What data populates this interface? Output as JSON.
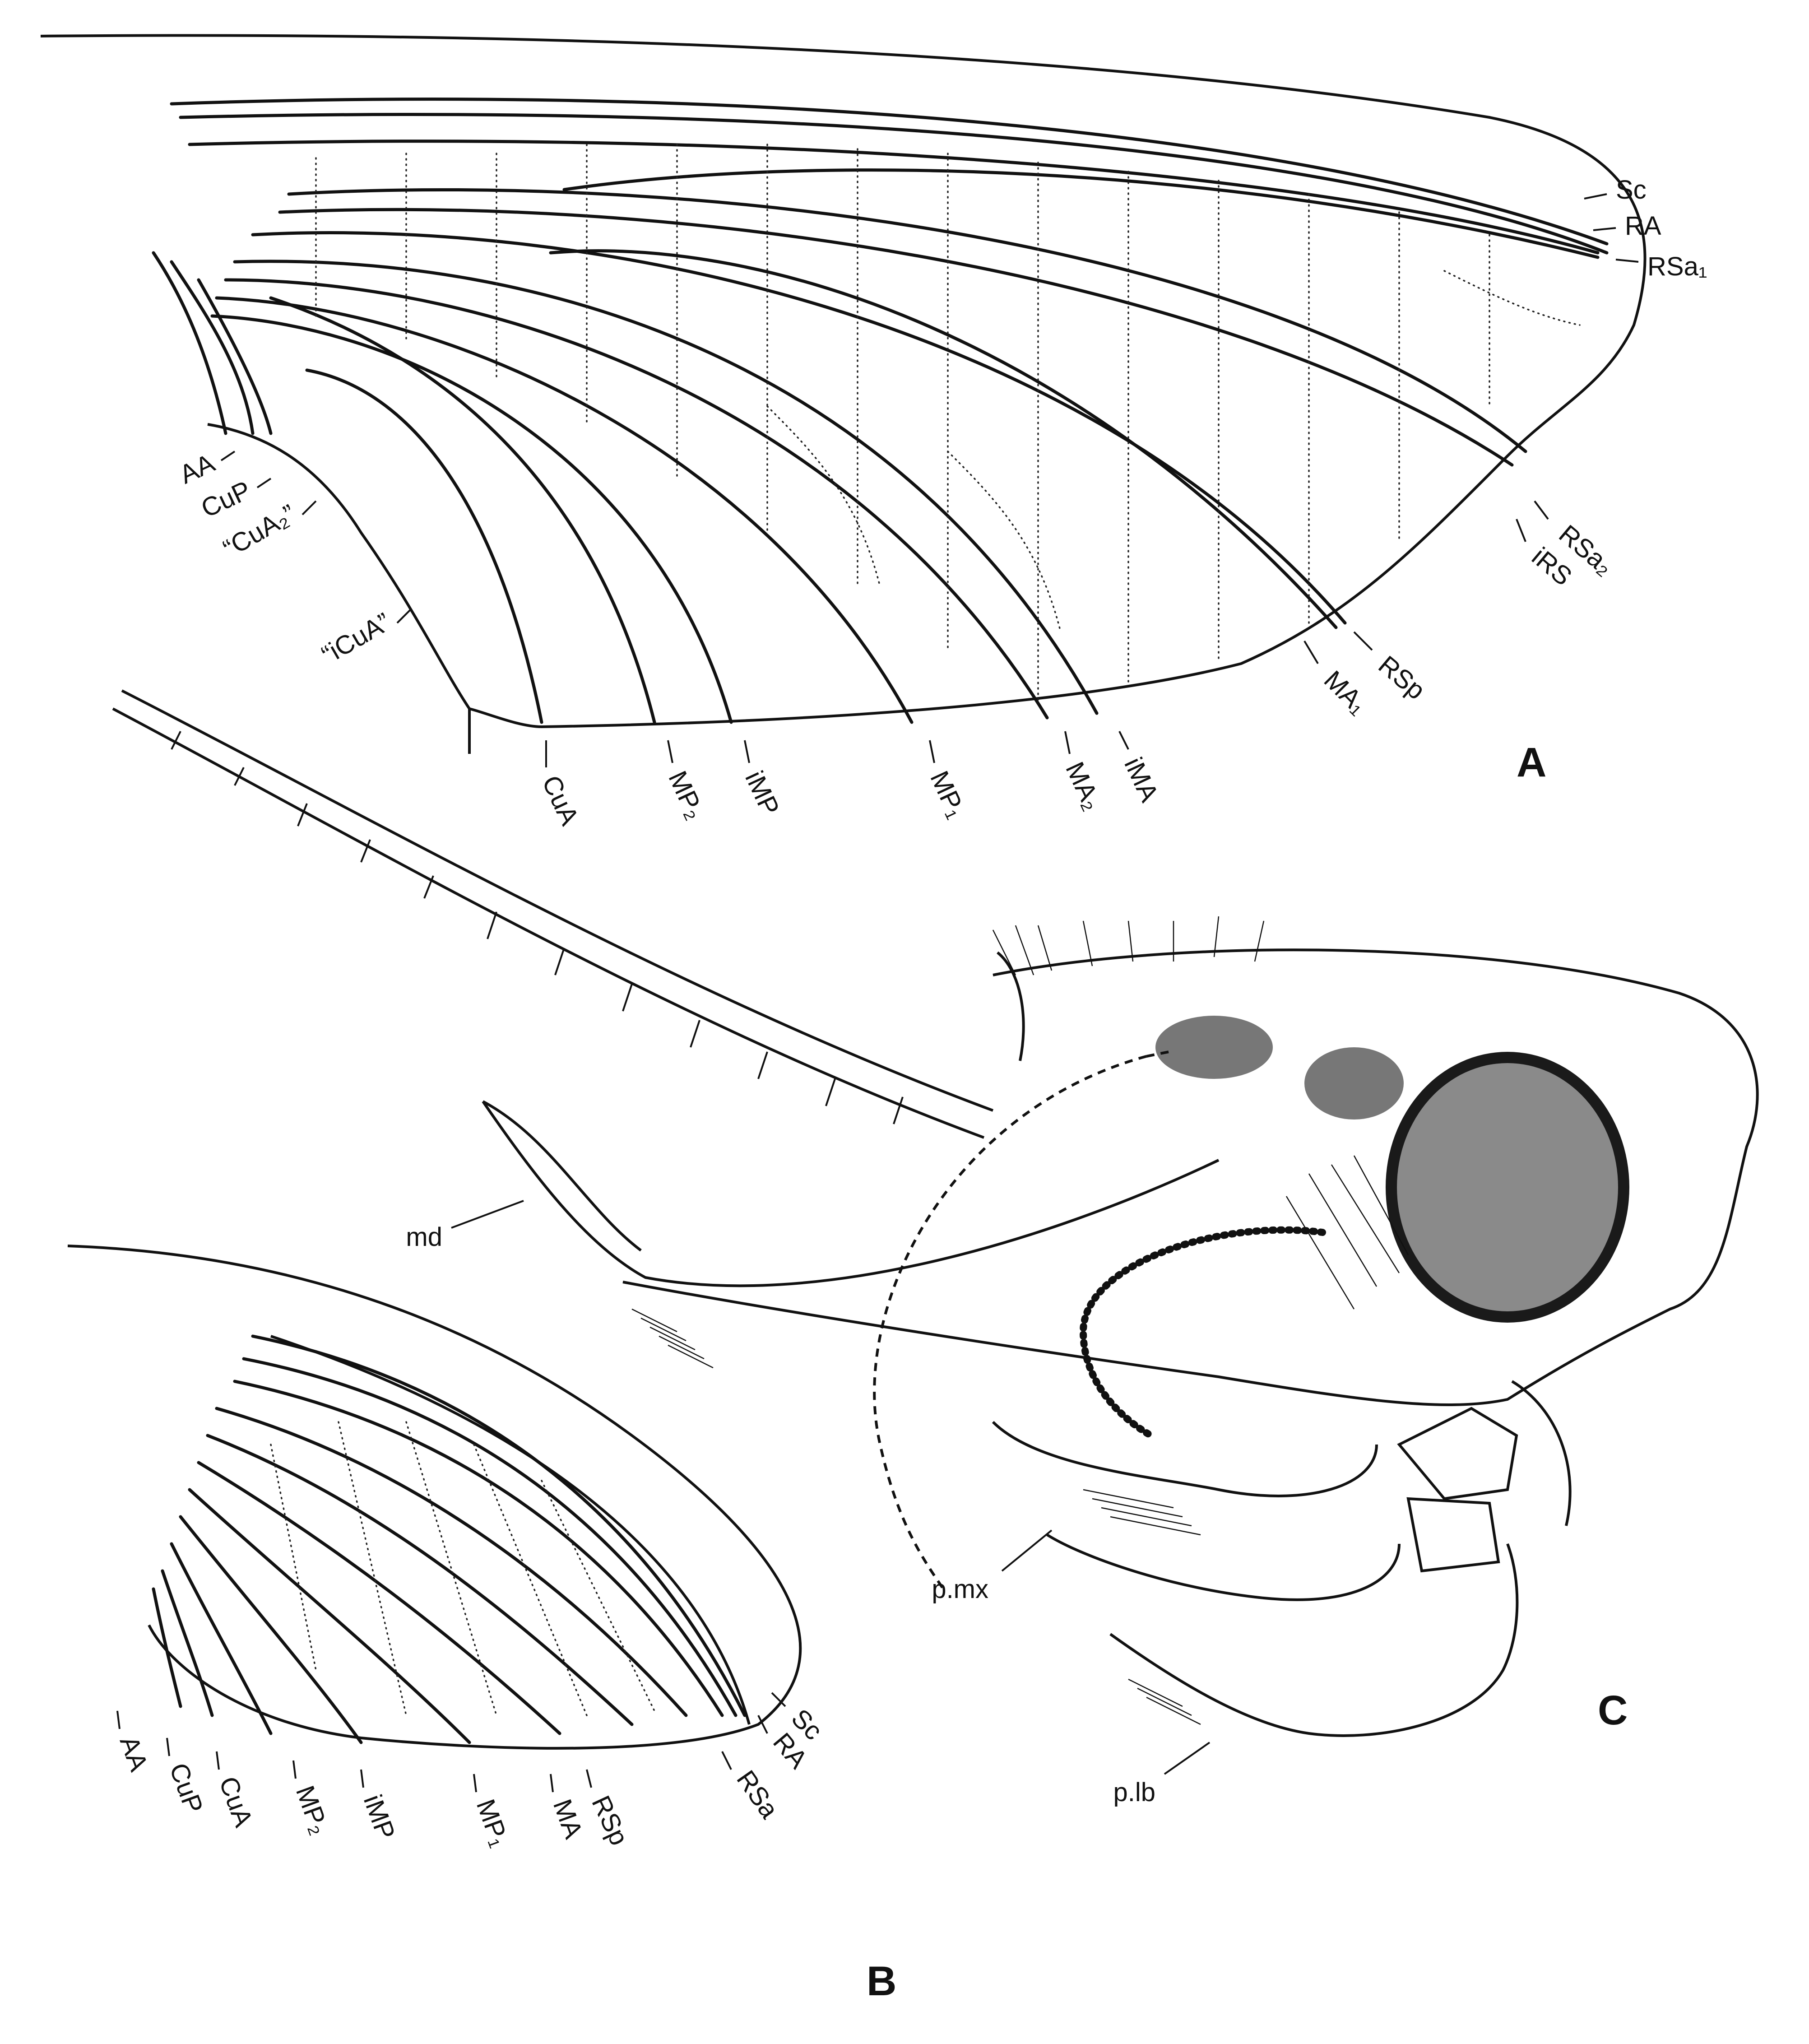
{
  "panels": {
    "a": {
      "letter": "A",
      "labels": [
        "Sc",
        "RA",
        "RSa₁",
        "RSa₂",
        "iRS",
        "RSp",
        "MA₁",
        "iMA",
        "MA₂",
        "MP₁",
        "iMP",
        "MP₂",
        "CuA",
        "“iCuA”",
        "“CuA₂”",
        "CuP",
        "AA"
      ]
    },
    "b": {
      "letter": "B",
      "labels": [
        "Sc",
        "RA",
        "RSa",
        "RSp",
        "MA",
        "MP₁",
        "iMP",
        "MP₂",
        "CuA",
        "CuP",
        "AA"
      ]
    },
    "c": {
      "letter": "C",
      "labels": [
        "md",
        "p.mx",
        "p.lb"
      ]
    }
  }
}
